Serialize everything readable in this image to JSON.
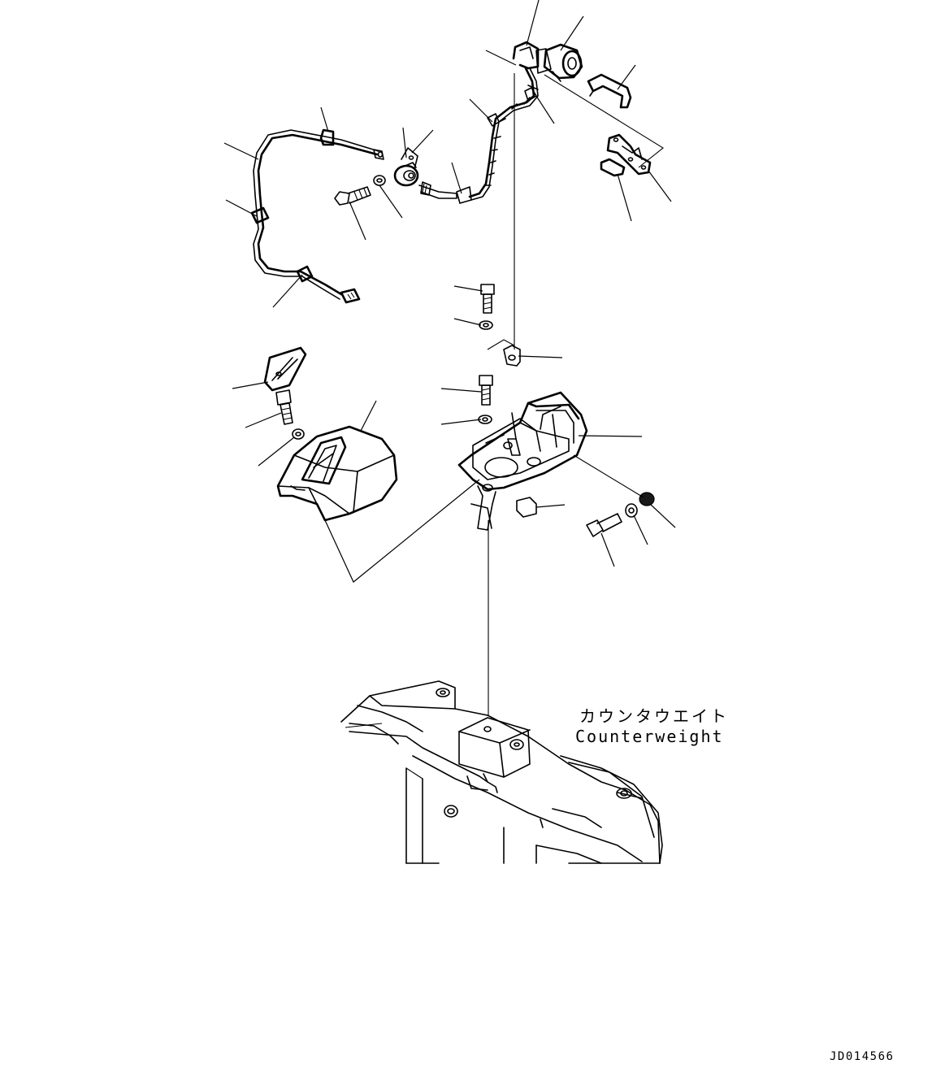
{
  "callout": {
    "label_ja": "カウンタウエイト",
    "label_en": "Counterweight"
  },
  "figure_id": "JD014566"
}
